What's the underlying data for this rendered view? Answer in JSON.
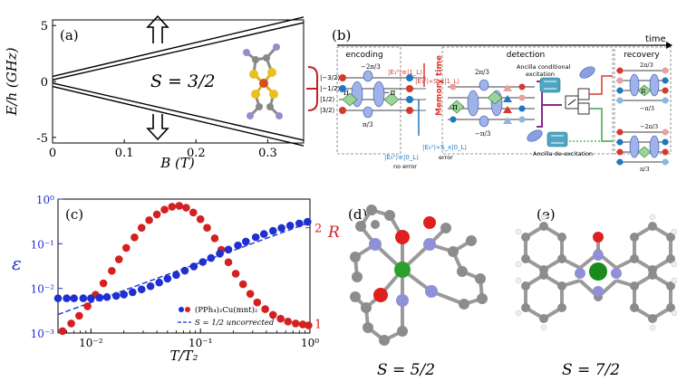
{
  "panels": {
    "a": {
      "label": "(a)",
      "spin_label": "S = 3/2",
      "xlabel": "B (T)",
      "ylabel": "E/h (GHz)"
    },
    "b": {
      "label": "(b)",
      "time_label": "time",
      "sections": [
        "encoding",
        "detection",
        "recovery"
      ],
      "states": [
        "|−3/2⟩",
        "|−1/2⟩",
        "|1/2⟩",
        "|3/2⟩"
      ],
      "gates": [
        "π",
        "−π",
        "π",
        "π"
      ],
      "phases": [
        "−2π/3",
        "π/3",
        "2π/3",
        "−π/3",
        "2π/3",
        "−π/3",
        "−2π/3",
        "π/3"
      ],
      "texts": {
        "memory_time": "Memory time",
        "e1": "|E₁⁰⟩≡|1_L⟩",
        "e1s": "|E₁¹⟩∝S_x|1_L⟩",
        "e0": "|E₀⁰⟩≡|0_L⟩",
        "e0s": "|E₀¹⟩∝S_x|0_L⟩",
        "no_error": "no error",
        "error": "error",
        "ancilla_cond_1": "Ancilla conditional",
        "ancilla_cond_2": "excitation",
        "ancilla_deexc": "Ancilla de-excitation"
      },
      "colors": {
        "red": "#d8382a",
        "blue": "#1f78c0",
        "green": "#3aa64a",
        "purple": "#8a2a8a"
      }
    },
    "c": {
      "label": "(c)",
      "xlabel": "T/T₂",
      "ylabel_left": "ε",
      "ylabel_right": "R",
      "legend": [
        "(PPh₄)₂Cu(mnt)₂",
        "S = 1/2 uncorrected"
      ]
    },
    "d": {
      "label": "(d)",
      "spin_label": "S = 5/2"
    },
    "e": {
      "label": "(e)",
      "spin_label": "S = 7/2"
    }
  },
  "chart_data": [
    {
      "panel": "a",
      "type": "line",
      "xlim": [
        0,
        0.35
      ],
      "ylim": [
        -5.5,
        5.5
      ],
      "xticks": [
        "0",
        "0.1",
        "0.2",
        "0.3"
      ],
      "yticks": [
        "-5",
        "0",
        "5"
      ],
      "xlabel": "B (T)",
      "ylabel": "E/h (GHz)",
      "series": [
        {
          "x": [
            0,
            0.35
          ],
          "values": [
            0.45,
            5.75
          ]
        },
        {
          "x": [
            0,
            0.35
          ],
          "values": [
            0.15,
            5.25
          ]
        },
        {
          "x": [
            0,
            0.35
          ],
          "values": [
            -0.15,
            -5.25
          ]
        },
        {
          "x": [
            0,
            0.35
          ],
          "values": [
            -0.45,
            -5.75
          ]
        }
      ]
    },
    {
      "panel": "c",
      "type": "scatter",
      "xscale": "log",
      "yscale_left": "log",
      "xlim": [
        0.005,
        1
      ],
      "ylim_left": [
        0.001,
        1
      ],
      "ylim_right": [
        0.9,
        2.3
      ],
      "xticks": [
        "10⁻²",
        "10⁻¹",
        "10⁰"
      ],
      "yticks_left": [
        "10⁻³",
        "10⁻²",
        "10⁻¹",
        "10⁰"
      ],
      "yticks_right": [
        "1",
        "2"
      ],
      "series": [
        {
          "name": "(PPh₄)₂Cu(mnt)₂",
          "axis": "left",
          "color": "#1f2fd0",
          "x": [
            0.005,
            0.006,
            0.007,
            0.0085,
            0.01,
            0.012,
            0.014,
            0.017,
            0.02,
            0.024,
            0.029,
            0.035,
            0.042,
            0.05,
            0.06,
            0.072,
            0.087,
            0.105,
            0.125,
            0.15,
            0.18,
            0.22,
            0.26,
            0.32,
            0.38,
            0.46,
            0.55,
            0.66,
            0.8,
            0.95
          ],
          "values": [
            0.006,
            0.006,
            0.006,
            0.006,
            0.006,
            0.0062,
            0.0064,
            0.0068,
            0.0073,
            0.0082,
            0.0095,
            0.0112,
            0.0135,
            0.0165,
            0.02,
            0.025,
            0.031,
            0.039,
            0.048,
            0.06,
            0.074,
            0.092,
            0.112,
            0.14,
            0.165,
            0.195,
            0.225,
            0.255,
            0.285,
            0.31
          ]
        },
        {
          "name": "S = 1/2 uncorrected",
          "axis": "left",
          "style": "dashed",
          "color": "#1f2fd0",
          "x": [
            0.005,
            1
          ],
          "values": [
            0.0026,
            0.3
          ]
        },
        {
          "name": "R",
          "axis": "right",
          "color": "#d42020",
          "x": [
            0.0055,
            0.0066,
            0.0078,
            0.0093,
            0.011,
            0.013,
            0.0155,
            0.018,
            0.021,
            0.025,
            0.029,
            0.034,
            0.04,
            0.047,
            0.055,
            0.064,
            0.074,
            0.086,
            0.1,
            0.115,
            0.135,
            0.155,
            0.18,
            0.21,
            0.245,
            0.285,
            0.33,
            0.39,
            0.46,
            0.54,
            0.63,
            0.74,
            0.86,
            0.97
          ],
          "values": [
            0.92,
            1.0,
            1.08,
            1.18,
            1.3,
            1.42,
            1.55,
            1.67,
            1.79,
            1.9,
            2.0,
            2.08,
            2.14,
            2.19,
            2.22,
            2.23,
            2.21,
            2.16,
            2.09,
            2.0,
            1.89,
            1.77,
            1.64,
            1.52,
            1.41,
            1.31,
            1.22,
            1.15,
            1.09,
            1.05,
            1.02,
            1.0,
            0.99,
            0.98
          ]
        }
      ]
    }
  ]
}
